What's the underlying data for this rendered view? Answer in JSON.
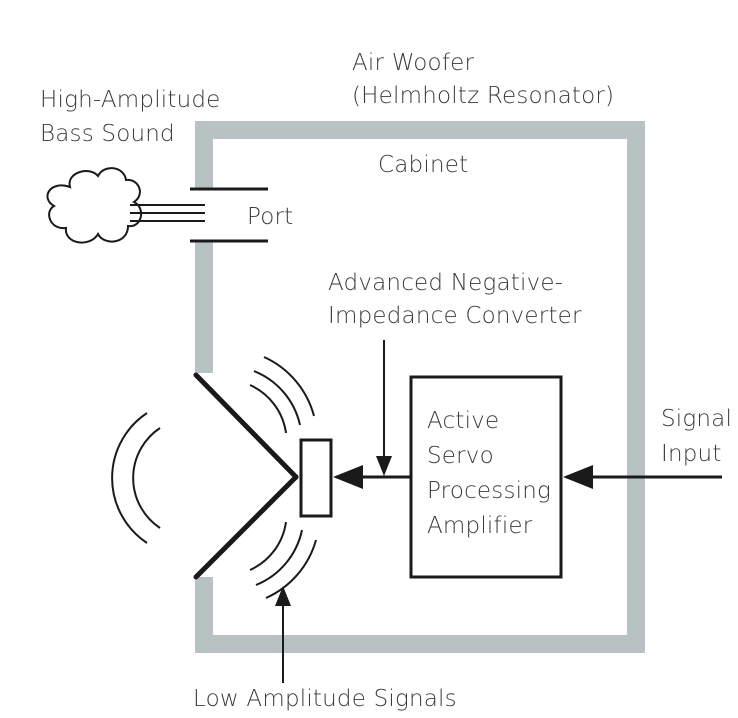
{
  "labels": {
    "air_woofer_line1": "Air Woofer",
    "air_woofer_line2": "(Helmholtz Resonator)",
    "high_amp_line1": "High-Amplitude",
    "high_amp_line2": "Bass Sound",
    "cabinet": "Cabinet",
    "port": "Port",
    "converter_line1": "Advanced Negative-",
    "converter_line2": "Impedance Converter",
    "amp_line1": "Active",
    "amp_line2": "Servo",
    "amp_line3": "Processing",
    "amp_line4": "Amplifier",
    "signal_line1": "Signal",
    "signal_line2": "Input",
    "low_amp": "Low Amplitude Signals"
  },
  "colors": {
    "cabinet_wall": "#b9c2c2",
    "ink": "#1a1a1a",
    "text": "#3a3a3a",
    "background": "#ffffff"
  },
  "icons": {
    "sound_cloud": "cloud-icon",
    "arrowhead": "arrowhead-icon"
  }
}
